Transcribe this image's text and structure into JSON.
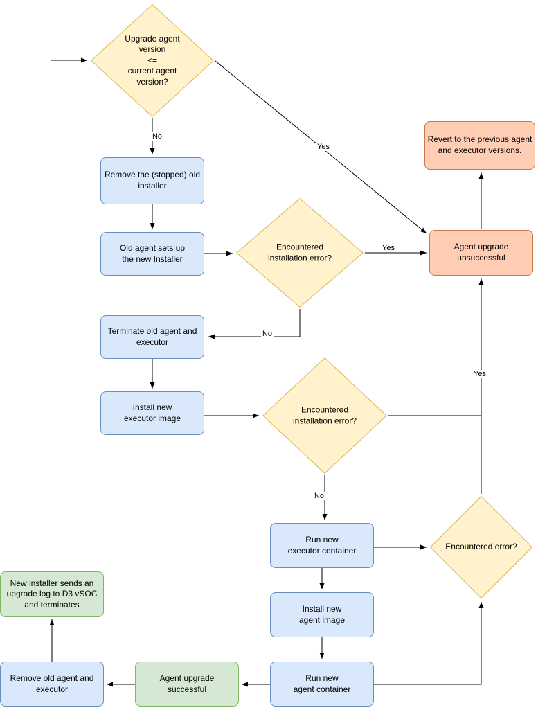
{
  "diagram": {
    "nodes": {
      "decision_version": {
        "label": "Upgrade agent\nversion\n<=\ncurrent agent\nversion?",
        "type": "decision"
      },
      "remove_old_installer": {
        "label": "Remove the (stopped) old\ninstaller",
        "type": "process"
      },
      "old_agent_setup": {
        "label": "Old agent sets up\nthe new Installer",
        "type": "process"
      },
      "decision_install_error_1": {
        "label": "Encountered\ninstallation error?",
        "type": "decision"
      },
      "agent_upgrade_unsuccessful": {
        "label": "Agent upgrade\nunsuccessful",
        "type": "error"
      },
      "revert_previous": {
        "label": "Revert to the previous agent\nand executor versions.",
        "type": "error"
      },
      "terminate_old": {
        "label": "Terminate old agent and\nexecutor",
        "type": "process"
      },
      "install_executor_image": {
        "label": "Install new\nexecutor image",
        "type": "process"
      },
      "decision_install_error_2": {
        "label": "Encountered\ninstallation error?",
        "type": "decision"
      },
      "run_executor_container": {
        "label": "Run new\nexecutor container",
        "type": "process"
      },
      "decision_error": {
        "label": "Encountered error?",
        "type": "decision"
      },
      "install_agent_image": {
        "label": "Install new\nagent image",
        "type": "process"
      },
      "run_agent_container": {
        "label": "Run new\nagent container",
        "type": "process"
      },
      "agent_upgrade_successful": {
        "label": "Agent upgrade\nsuccessful",
        "type": "success"
      },
      "remove_old_agent": {
        "label": "Remove old agent and\nexecutor",
        "type": "process"
      },
      "installer_log": {
        "label": "New installer sends an\nupgrade log to D3 vSOC\nand terminates",
        "type": "success"
      }
    },
    "edge_labels": {
      "version_no": "No",
      "version_yes": "Yes",
      "install_error_1_yes": "Yes",
      "install_error_1_no": "No",
      "install_error_2_yes": "Yes",
      "install_error_2_no": "No"
    },
    "colors": {
      "process_fill": "#dae8fc",
      "process_stroke": "#6c8ebf",
      "decision_fill": "#fff2cc",
      "decision_stroke": "#d6b656",
      "error_fill": "#ffcdb3",
      "error_stroke": "#d2744a",
      "success_fill": "#d5e8d4",
      "success_stroke": "#82b366",
      "edge_color": "#000000"
    }
  }
}
